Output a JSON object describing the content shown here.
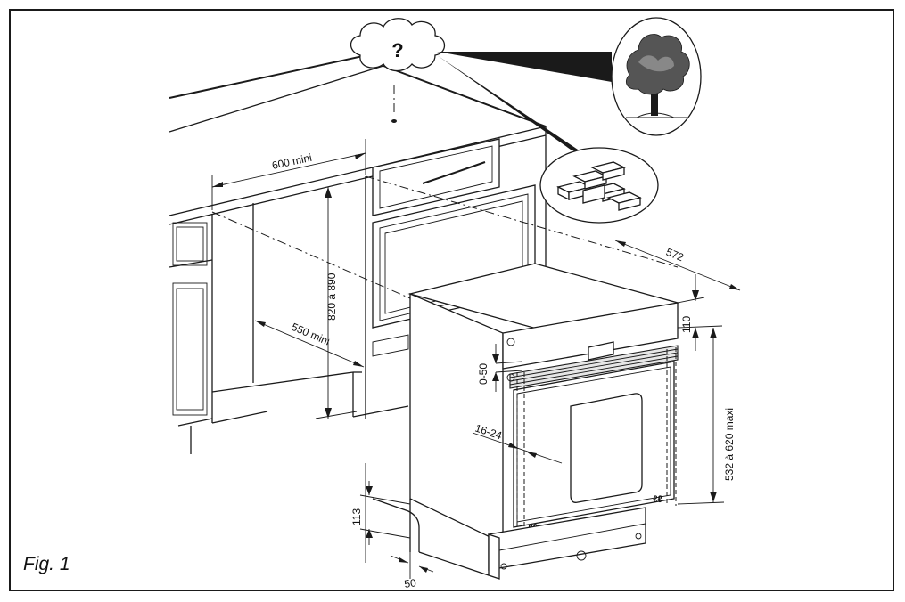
{
  "figure": {
    "caption": "Fig. 1",
    "question_mark": "?"
  },
  "dimensions": {
    "width_min": "600 mini",
    "height_range": "820 à 890",
    "depth_min": "550 mini",
    "appliance_depth": "572",
    "top_gap": "110",
    "door_clearance": "0-50",
    "panel_thickness": "16-24",
    "niche_height": "532 à 620 maxi",
    "plinth_height": "113",
    "plinth_setback": "50"
  },
  "icons": {
    "cloud": "cloud-icon",
    "tree": "tree-icon",
    "bricks": "bricks-icon"
  }
}
